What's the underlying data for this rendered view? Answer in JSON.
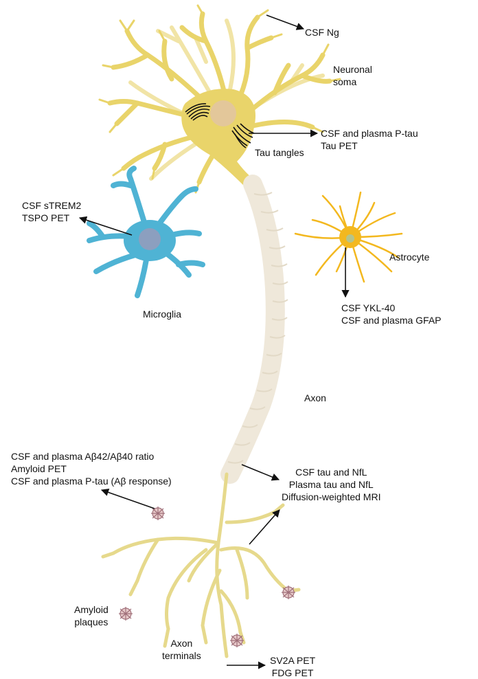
{
  "labels": {
    "csf_ng": "CSF Ng",
    "neuronal_soma": [
      "Neuronal",
      "soma"
    ],
    "ptau_markers": [
      "CSF and plasma P-tau",
      "Tau PET"
    ],
    "tau_tangles": "Tau tangles",
    "microglia_markers": [
      "CSF sTREM2",
      "TSPO PET"
    ],
    "microglia": "Microglia",
    "astrocyte": "Astrocyte",
    "astrocyte_markers": [
      "CSF YKL-40",
      "CSF and plasma GFAP"
    ],
    "axon": "Axon",
    "amyloid_markers": [
      "CSF and plasma Aβ42/Aβ40 ratio",
      "Amyloid PET",
      "CSF and plasma P-tau (Aβ response)"
    ],
    "axon_markers": [
      "CSF tau and NfL",
      "Plasma tau and NfL",
      "Diffusion-weighted MRI"
    ],
    "amyloid_plaques": [
      "Amyloid",
      "plaques"
    ],
    "axon_terminals": [
      "Axon",
      "terminals"
    ],
    "synapse_markers": [
      "SV2A PET",
      "FDG PET"
    ]
  },
  "colors": {
    "neuron": "#e9d46a",
    "neuron_light": "#f1e4a6",
    "soma_nucleus": "#e3c79a",
    "tangles": "#111111",
    "microglia": "#4fb3d4",
    "microglia_nucleus": "#8c9fbf",
    "astrocyte": "#f3b81f",
    "astrocyte_nucleus": "#b5c48a",
    "myelin": "#efe8da",
    "terminals": "#e6d98c",
    "plaque": "#a0707a",
    "arrow": "#111111"
  }
}
